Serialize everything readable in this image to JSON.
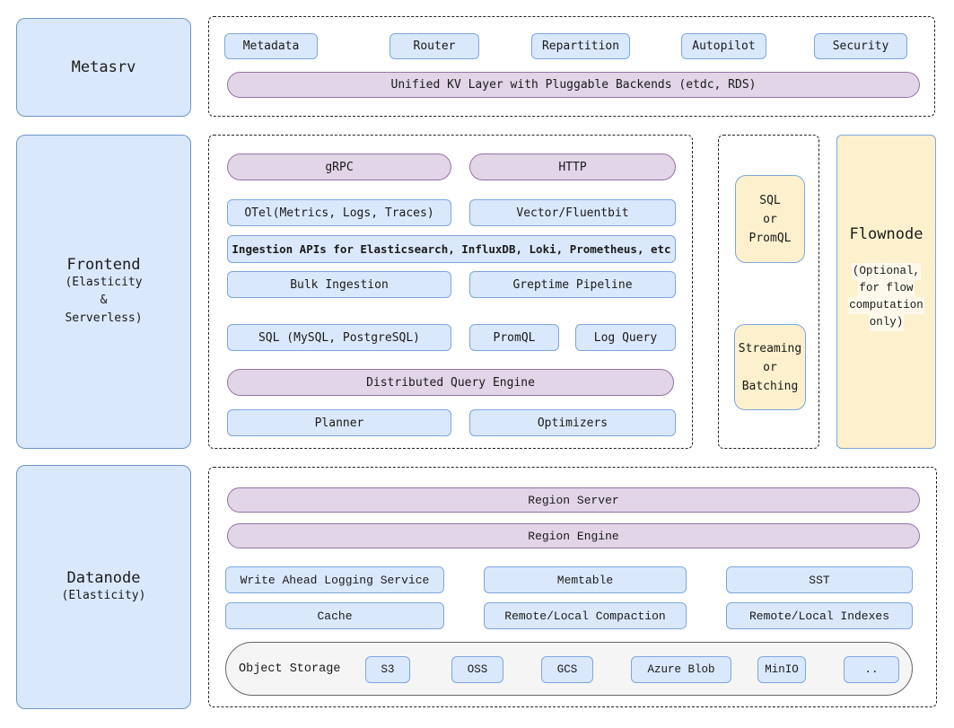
{
  "palette": {
    "blue_fill": "#dae8fc",
    "blue_stroke": "#7ea6e0",
    "purple_fill": "#e1d5e7",
    "purple_stroke": "#9673a6",
    "yellow_fill": "#fdf0cd",
    "grey_fill": "#f5f5f5",
    "dashed_stroke": "#222222",
    "text": "#1a1a1a"
  },
  "metasrv": {
    "label": "Metasrv",
    "boxes": [
      "Metadata",
      "Router",
      "Repartition",
      "Autopilot",
      "Security"
    ],
    "kv_layer": "Unified KV Layer with Pluggable Backends (etdc, RDS)"
  },
  "frontend": {
    "label": "Frontend",
    "sublabel_lines": [
      "(Elasticity",
      "&",
      "Serverless)"
    ],
    "grpc": "gRPC",
    "http": "HTTP",
    "otel": "OTel(Metrics, Logs, Traces)",
    "vector": "Vector/Fluentbit",
    "ingestion_apis": "Ingestion APIs for Elasticsearch, InfluxDB, Loki, Prometheus, etc",
    "bulk_ingestion": "Bulk Ingestion",
    "greptime_pipeline": "Greptime Pipeline",
    "sql": "SQL (MySQL, PostgreSQL)",
    "promql": "PromQL",
    "log_query": "Log Query",
    "distributed_query_engine": "Distributed Query Engine",
    "planner": "Planner",
    "optimizers": "Optimizers"
  },
  "query_inputs": {
    "sql_or_promql_lines": [
      "SQL",
      "or",
      "PromQL"
    ],
    "streaming_or_batching_lines": [
      "Streaming",
      "or",
      "Batching"
    ]
  },
  "flownode": {
    "label": "Flownode",
    "sublabel_lines": [
      "(Optional,",
      "for flow",
      "computation",
      "only)"
    ]
  },
  "datanode": {
    "label": "Datanode",
    "sublabel": "(Elasticity)",
    "region_server": "Region Server",
    "region_engine": "Region Engine",
    "row1": [
      "Write Ahead Logging Service",
      "Memtable",
      "SST"
    ],
    "row2": [
      "Cache",
      "Remote/Local Compaction",
      "Remote/Local Indexes"
    ],
    "object_storage": {
      "label": "Object Storage",
      "providers": [
        "S3",
        "OSS",
        "GCS",
        "Azure Blob",
        "MinIO",
        ".."
      ]
    }
  }
}
